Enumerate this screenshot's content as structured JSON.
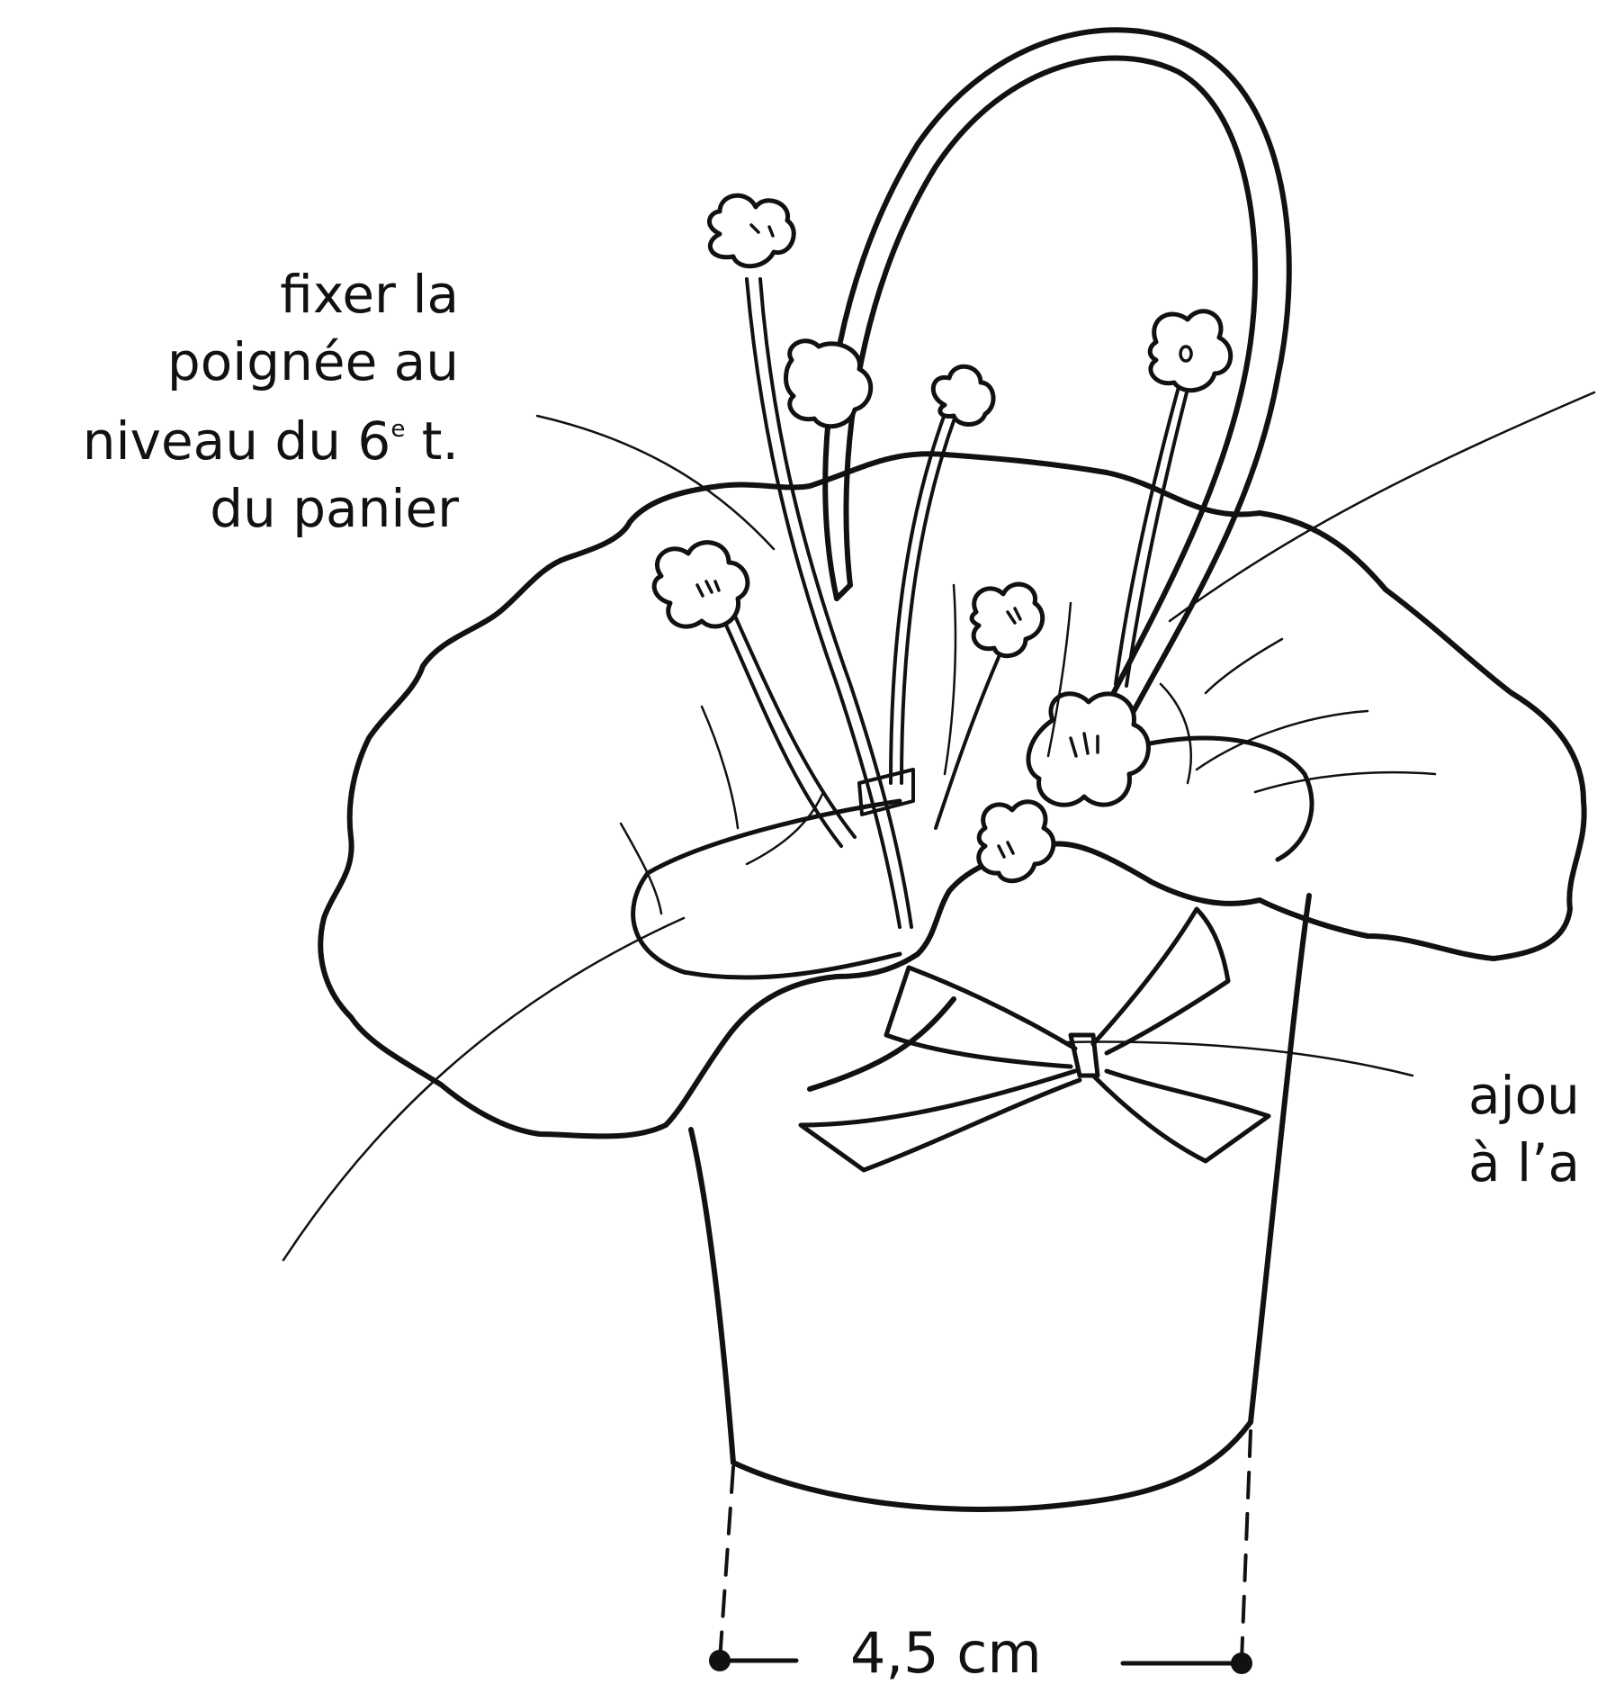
{
  "labels": {
    "handle_lines": [
      "fixer la",
      "poignée au",
      "niveau du 6",
      "du panier"
    ],
    "handle_sup": "e",
    "handle_sup_after": " t.",
    "right_lines": [
      "ajou",
      "à l’a"
    ],
    "width": "4,5 cm"
  },
  "colors": {
    "ink": "#111111",
    "background": "#ffffff"
  }
}
